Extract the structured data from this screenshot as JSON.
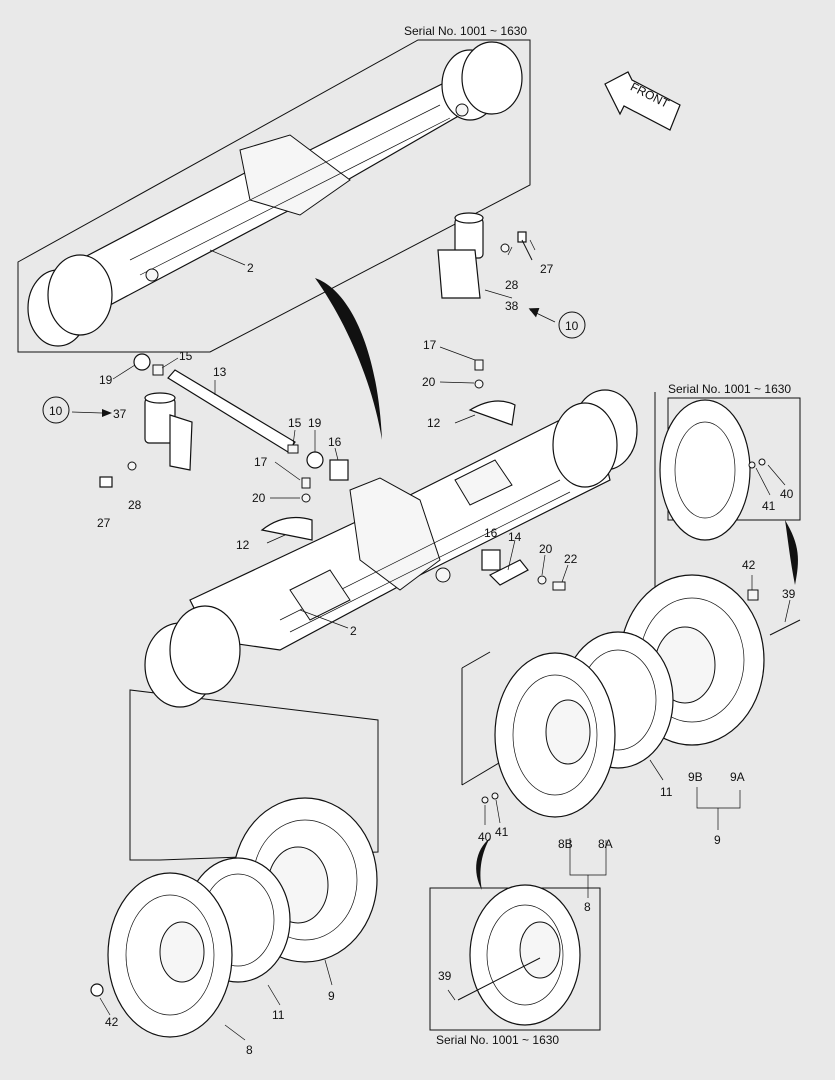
{
  "serials": {
    "top": "Serial No. 1001 ~ 1630",
    "right": "Serial No. 1001 ~ 1630",
    "bottom": "Serial No. 1001 ~ 1630"
  },
  "front_label": "FRONT",
  "callouts": {
    "c2a": "2",
    "c2b": "2",
    "c8": "8",
    "c8b": "8",
    "c8a_lbl": "8A",
    "c8b_lbl": "8B",
    "c9a": "9",
    "c9b": "9",
    "c9a_lbl": "9A",
    "c9b_lbl": "9B",
    "c10a": "10",
    "c10b": "10",
    "c11a": "11",
    "c11b": "11",
    "c12a": "12",
    "c12b": "12",
    "c13": "13",
    "c14": "14",
    "c15a": "15",
    "c15b": "15",
    "c16a": "16",
    "c16b": "16",
    "c17a": "17",
    "c17b": "17",
    "c19a": "19",
    "c19b": "19",
    "c20a": "20",
    "c20b": "20",
    "c20c": "20",
    "c22": "22",
    "c27a": "27",
    "c27b": "27",
    "c28a": "28",
    "c28b": "28",
    "c37": "37",
    "c38": "38",
    "c39a": "39",
    "c39b": "39",
    "c40a": "40",
    "c40b": "40",
    "c41a": "41",
    "c41b": "41",
    "c42a": "42",
    "c42b": "42"
  }
}
